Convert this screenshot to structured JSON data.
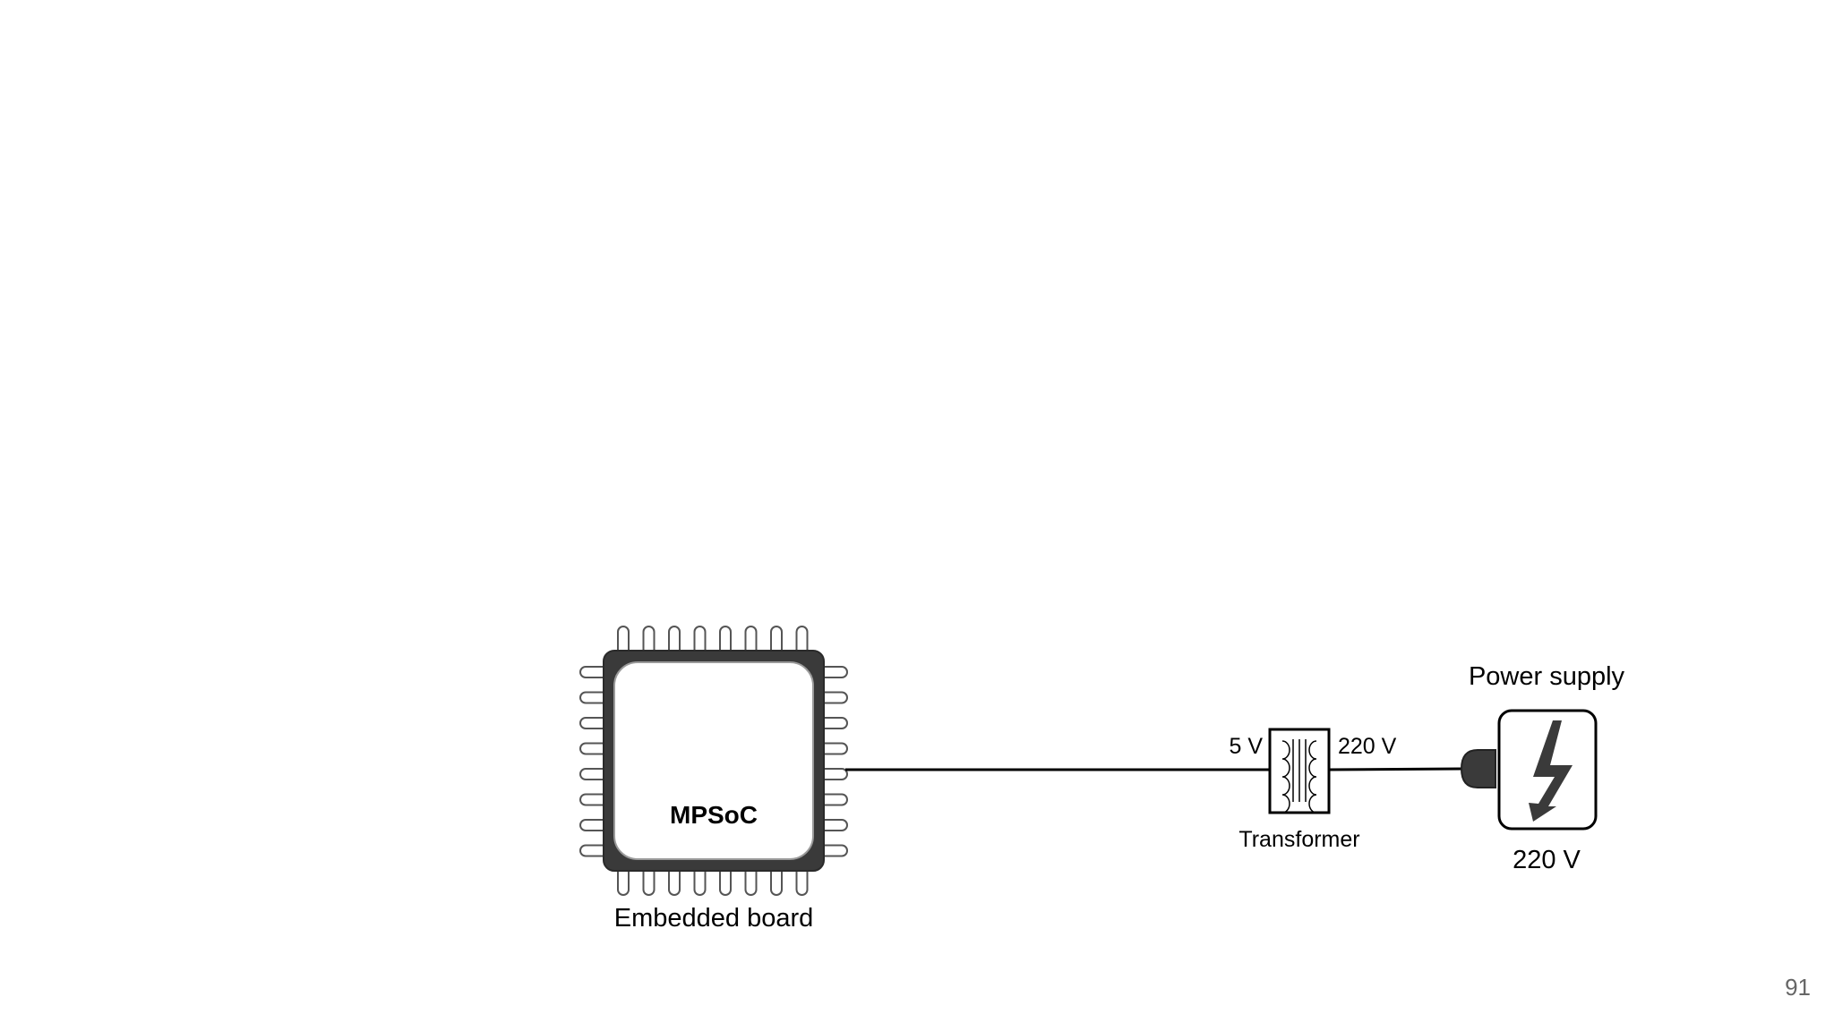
{
  "chip": {
    "label": "MPSoC",
    "caption": "Embedded board"
  },
  "transformer": {
    "left_voltage": "5 V",
    "right_voltage": "220 V",
    "caption": "Transformer"
  },
  "power_supply": {
    "title": "Power supply",
    "voltage": "220 V",
    "icon": "lightning-bolt-icon"
  },
  "page_number": "91",
  "colors": {
    "ink": "#000000",
    "chip_body": "#3a3a3a",
    "page_number": "#666666"
  }
}
